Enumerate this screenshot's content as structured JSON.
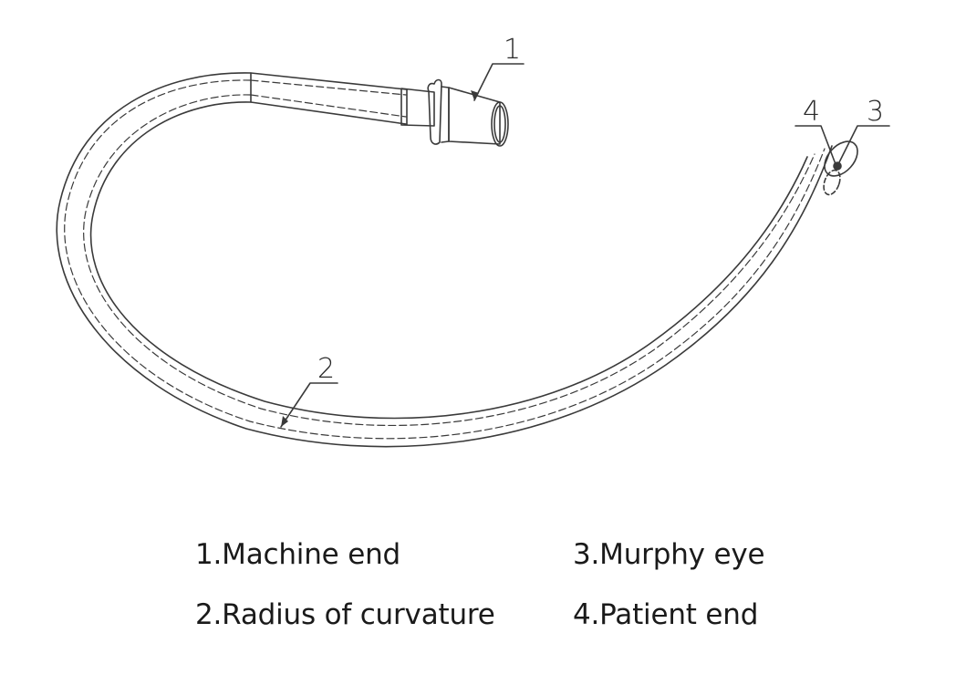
{
  "callouts": [
    "1",
    "2",
    "3",
    "4"
  ],
  "legend": [
    {
      "number": "1",
      "text": "1.Machine end"
    },
    {
      "number": "2",
      "text": "2.Radius of curvature"
    },
    {
      "number": "3",
      "text": "3.Murphy eye"
    },
    {
      "number": "4",
      "text": "4.Patient end"
    }
  ],
  "colors": {
    "line": "#3a3a3a",
    "text": "#1a1a1a",
    "background": "#ffffff"
  }
}
